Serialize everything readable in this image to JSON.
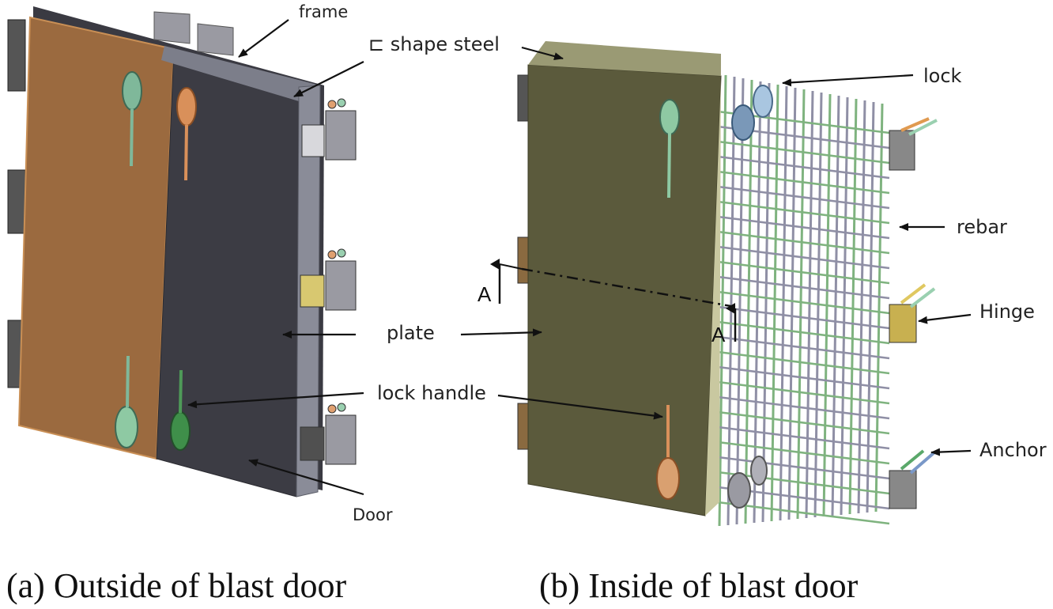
{
  "panel_a": {
    "caption": "(a) Outside of blast door",
    "labels": {
      "frame": "frame",
      "shape_steel": "⊏ shape steel",
      "plate": "plate",
      "lock_handle": "lock handle",
      "door": "Door"
    }
  },
  "panel_b": {
    "caption": "(b) Inside of blast door",
    "labels": {
      "lock": "lock",
      "rebar": "rebar",
      "hinge": "Hinge",
      "anchor": "Anchor"
    },
    "section_mark_left": "A",
    "section_mark_right": "A"
  },
  "colors": {
    "orange_plate": "#9b6a3f",
    "dark_plate": "#3c3c44",
    "frame": "#8a8c98",
    "olive_plate": "#5b5a3c",
    "rebar_green": "#7fb37f",
    "rebar_gray": "#8f8fa5"
  }
}
